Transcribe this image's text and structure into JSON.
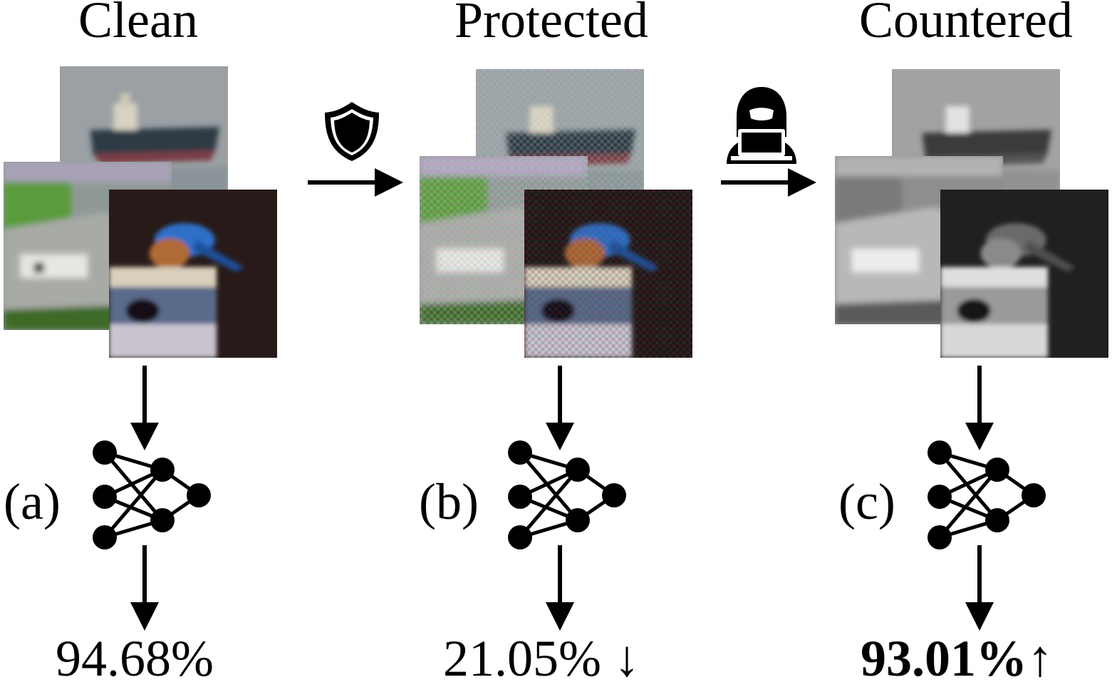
{
  "columns": [
    {
      "id": "clean",
      "title": "Clean",
      "panel_label": "(a)",
      "accuracy": "94.68%",
      "indicator": "",
      "image_style": "clean"
    },
    {
      "id": "protected",
      "title": "Protected",
      "panel_label": "(b)",
      "accuracy": "21.05%",
      "indicator": "↓",
      "image_style": "protected"
    },
    {
      "id": "countered",
      "title": "Countered",
      "panel_label": "(c)",
      "accuracy": "93.01%",
      "indicator": "↑",
      "image_style": "countered"
    }
  ],
  "transitions": [
    {
      "from": "clean",
      "to": "protected",
      "icon": "shield-icon"
    },
    {
      "from": "protected",
      "to": "countered",
      "icon": "hacker-icon"
    }
  ],
  "sample_images": [
    "ship",
    "car",
    "bird"
  ],
  "colors": {
    "ink": "#000000",
    "background": "#ffffff"
  }
}
